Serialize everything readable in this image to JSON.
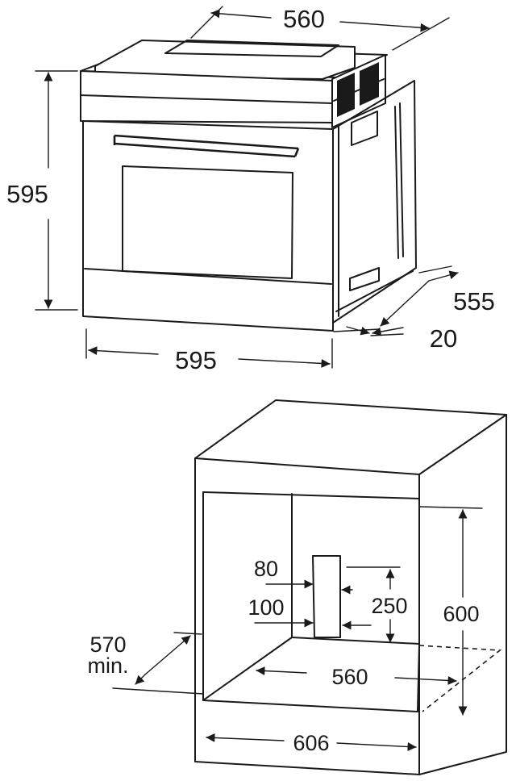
{
  "oven": {
    "dims": {
      "width_top": "560",
      "height": "595",
      "depth": "555",
      "front_offset": "20",
      "width_front": "595"
    }
  },
  "cabinet": {
    "dims": {
      "vent_width": "80",
      "vent_offset": "100",
      "vent_height": "250",
      "niche_height": "600",
      "depth_min_value": "570",
      "depth_min_unit": "min.",
      "niche_width": "560",
      "outer_width": "606"
    }
  }
}
